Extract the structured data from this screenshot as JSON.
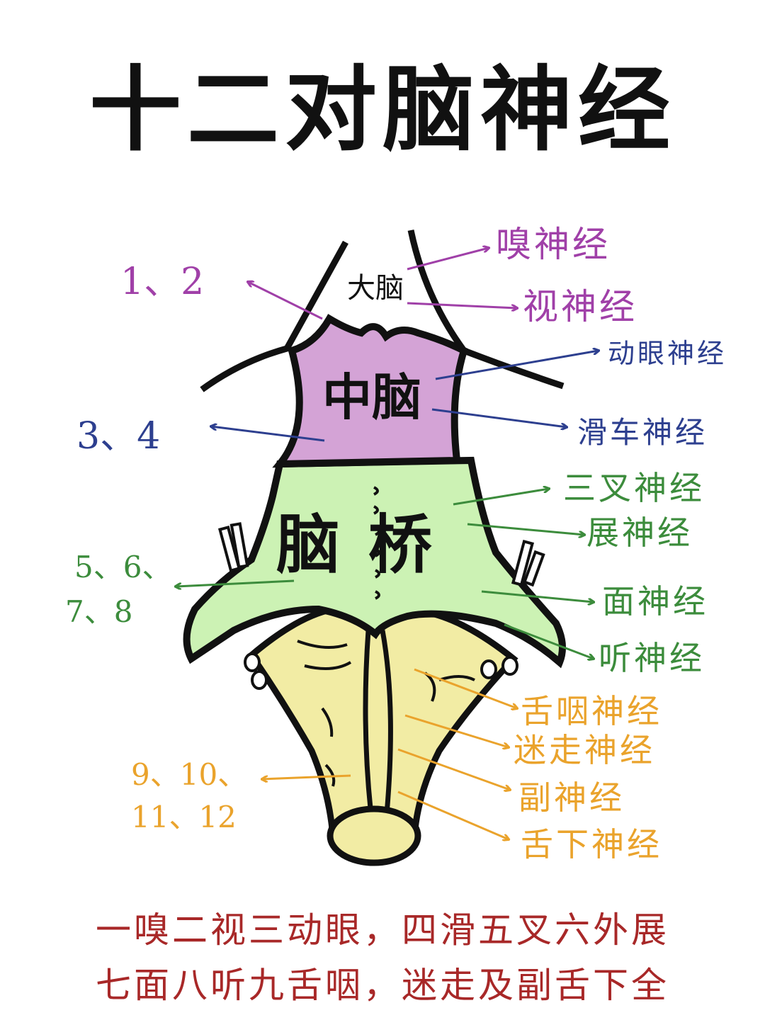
{
  "title": "十二对脑神经",
  "colors": {
    "purple": "#a040a8",
    "blue": "#2d3f8f",
    "green": "#3c8c3c",
    "orange": "#eaa32c",
    "red": "#a82828",
    "midbrain_fill": "#d4a3d6",
    "pons_fill": "#ccf2b4",
    "medulla_fill": "#f2eca4"
  },
  "regions": {
    "cerebrum": "大脑",
    "midbrain": "中脑",
    "pons": "脑桥"
  },
  "left_labels": {
    "g1": "1、2",
    "g2": "3、4",
    "g3_line1": "5、6、",
    "g3_line2": "7、8",
    "g4_line1": "9、10、",
    "g4_line2": "11、12"
  },
  "nerves": [
    "嗅神经",
    "视神经",
    "动眼神经",
    "滑车神经",
    "三叉神经",
    "展神经",
    "面神经",
    "听神经",
    "舌咽神经",
    "迷走神经",
    "副神经",
    "舌下神经"
  ],
  "mnemonic": {
    "line1": "一嗅二视三动眼，四滑五叉六外展",
    "line2": "七面八听九舌咽，迷走及副舌下全"
  }
}
